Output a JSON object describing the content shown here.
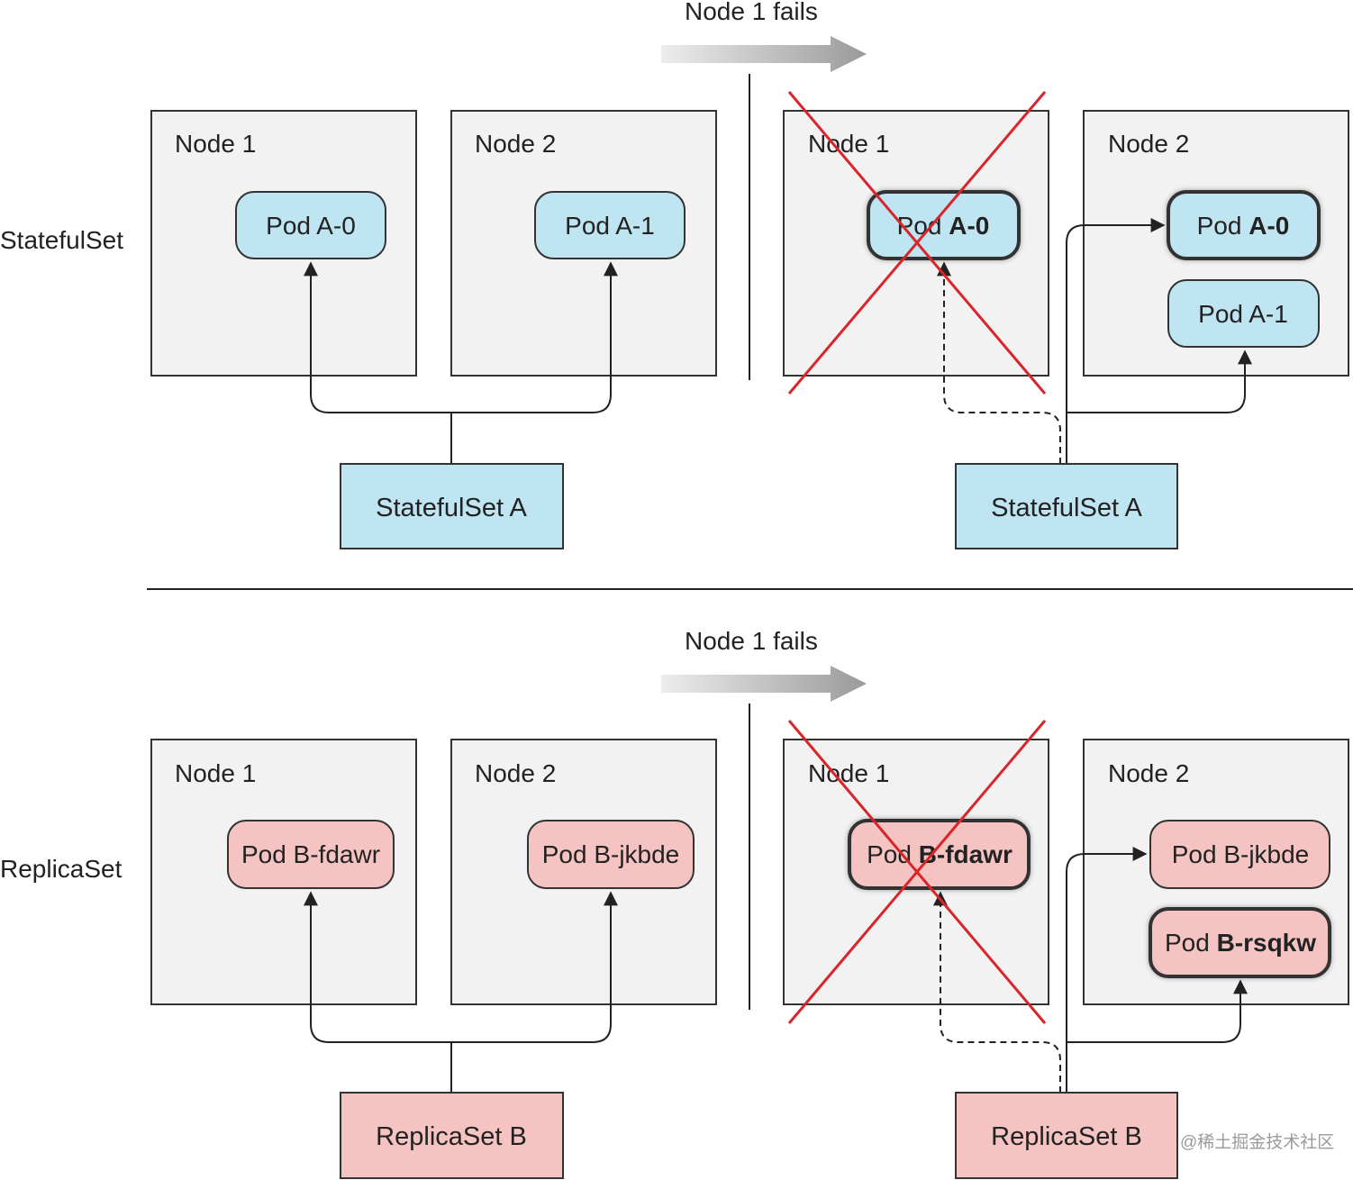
{
  "colors": {
    "node_fill": "#f2f2f2",
    "statefulset_blue": "#bfe4f2",
    "replicaset_pink": "#f5c4c2",
    "failure_cross": "#d9252a",
    "arrow_gray": "#9e9e9e"
  },
  "statefulset_section": {
    "row_label": "StatefulSet",
    "transition_label": "Node 1 fails",
    "before": {
      "node1": "Node 1",
      "node2": "Node 2",
      "pod_node1": "Pod A-0",
      "pod_node2": "Pod A-1",
      "controller": "StatefulSet A"
    },
    "after": {
      "node1": "Node 1",
      "node2": "Node 2",
      "failed_pod_prefix": "Pod ",
      "failed_pod_name": "A-0",
      "recreated_pod_prefix": "Pod ",
      "recreated_pod_name": "A-0",
      "existing_pod": "Pod A-1",
      "controller": "StatefulSet A"
    }
  },
  "replicaset_section": {
    "row_label": "ReplicaSet",
    "transition_label": "Node 1 fails",
    "before": {
      "node1": "Node 1",
      "node2": "Node 2",
      "pod_node1": "Pod B-fdawr",
      "pod_node2": "Pod B-jkbde",
      "controller": "ReplicaSet B"
    },
    "after": {
      "node1": "Node 1",
      "node2": "Node 2",
      "failed_pod_prefix": "Pod ",
      "failed_pod_name": "B-fdawr",
      "existing_pod": "Pod B-jkbde",
      "new_pod_prefix": "Pod ",
      "new_pod_name": "B-rsqkw",
      "controller": "ReplicaSet B"
    }
  },
  "watermark": "@稀土掘金技术社区"
}
